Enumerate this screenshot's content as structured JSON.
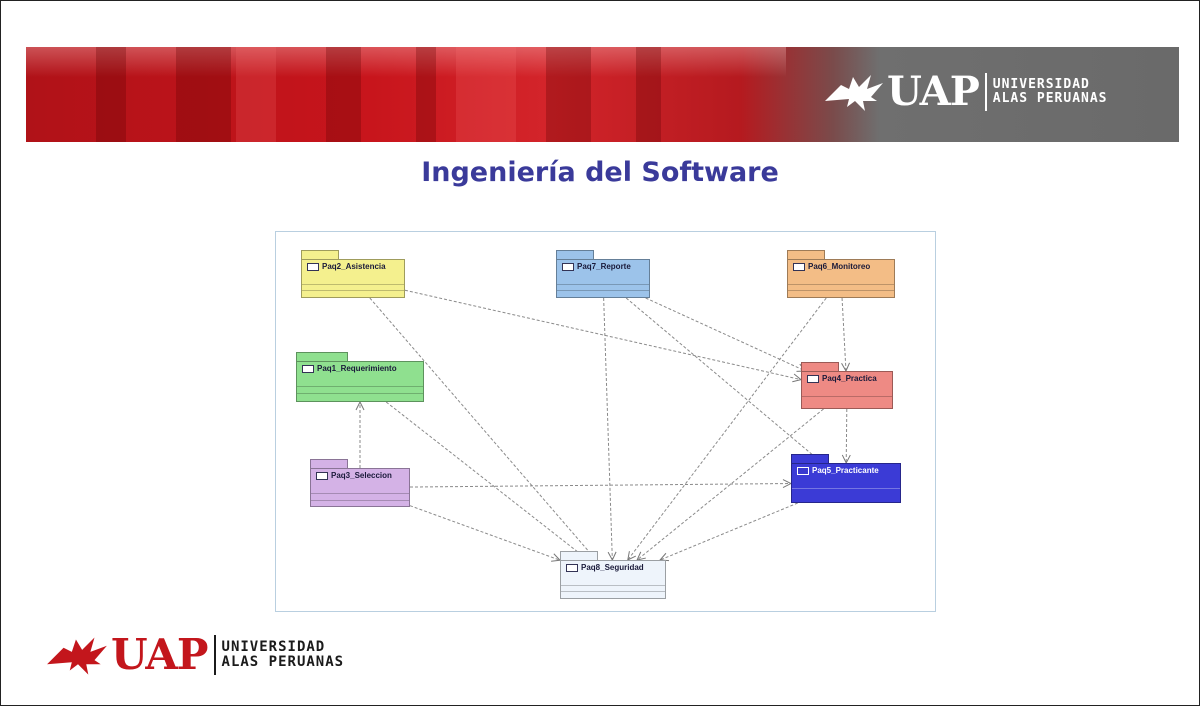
{
  "header": {
    "brand": {
      "logo": "UAP",
      "line1": "UNIVERSIDAD",
      "line2": "ALAS PERUANAS"
    }
  },
  "slide": {
    "title": "Ingeniería del Software"
  },
  "footer": {
    "brand": {
      "logo": "UAP",
      "line1": "UNIVERSIDAD",
      "line2": "ALAS PERUANAS"
    }
  },
  "diagram": {
    "packages": [
      {
        "id": "asistencia",
        "label": "Paq2_Asistencia",
        "color": "#f4f08e"
      },
      {
        "id": "reporte",
        "label": "Paq7_Reporte",
        "color": "#9cc3ea"
      },
      {
        "id": "monitoreo",
        "label": "Paq6_Monitoreo",
        "color": "#f3bd86"
      },
      {
        "id": "requerimiento",
        "label": "Paq1_Requerimiento",
        "color": "#8fe08f"
      },
      {
        "id": "practica",
        "label": "Paq4_Practica",
        "color": "#ee8a84"
      },
      {
        "id": "seleccion",
        "label": "Paq3_Seleccion",
        "color": "#d4b2e6"
      },
      {
        "id": "practicante",
        "label": "Paq5_Practicante",
        "color": "#3b3bd6"
      },
      {
        "id": "seguridad",
        "label": "Paq8_Seguridad",
        "color": "#eef4fb"
      }
    ],
    "dependencies": [
      [
        "asistencia",
        "practica"
      ],
      [
        "asistencia",
        "seguridad"
      ],
      [
        "reporte",
        "practica"
      ],
      [
        "reporte",
        "practicante"
      ],
      [
        "reporte",
        "seguridad"
      ],
      [
        "monitoreo",
        "practica"
      ],
      [
        "monitoreo",
        "seguridad"
      ],
      [
        "requerimiento",
        "seguridad"
      ],
      [
        "seleccion",
        "requerimiento"
      ],
      [
        "seleccion",
        "practicante"
      ],
      [
        "seleccion",
        "seguridad"
      ],
      [
        "practica",
        "practicante"
      ],
      [
        "practica",
        "seguridad"
      ],
      [
        "practicante",
        "seguridad"
      ]
    ]
  }
}
